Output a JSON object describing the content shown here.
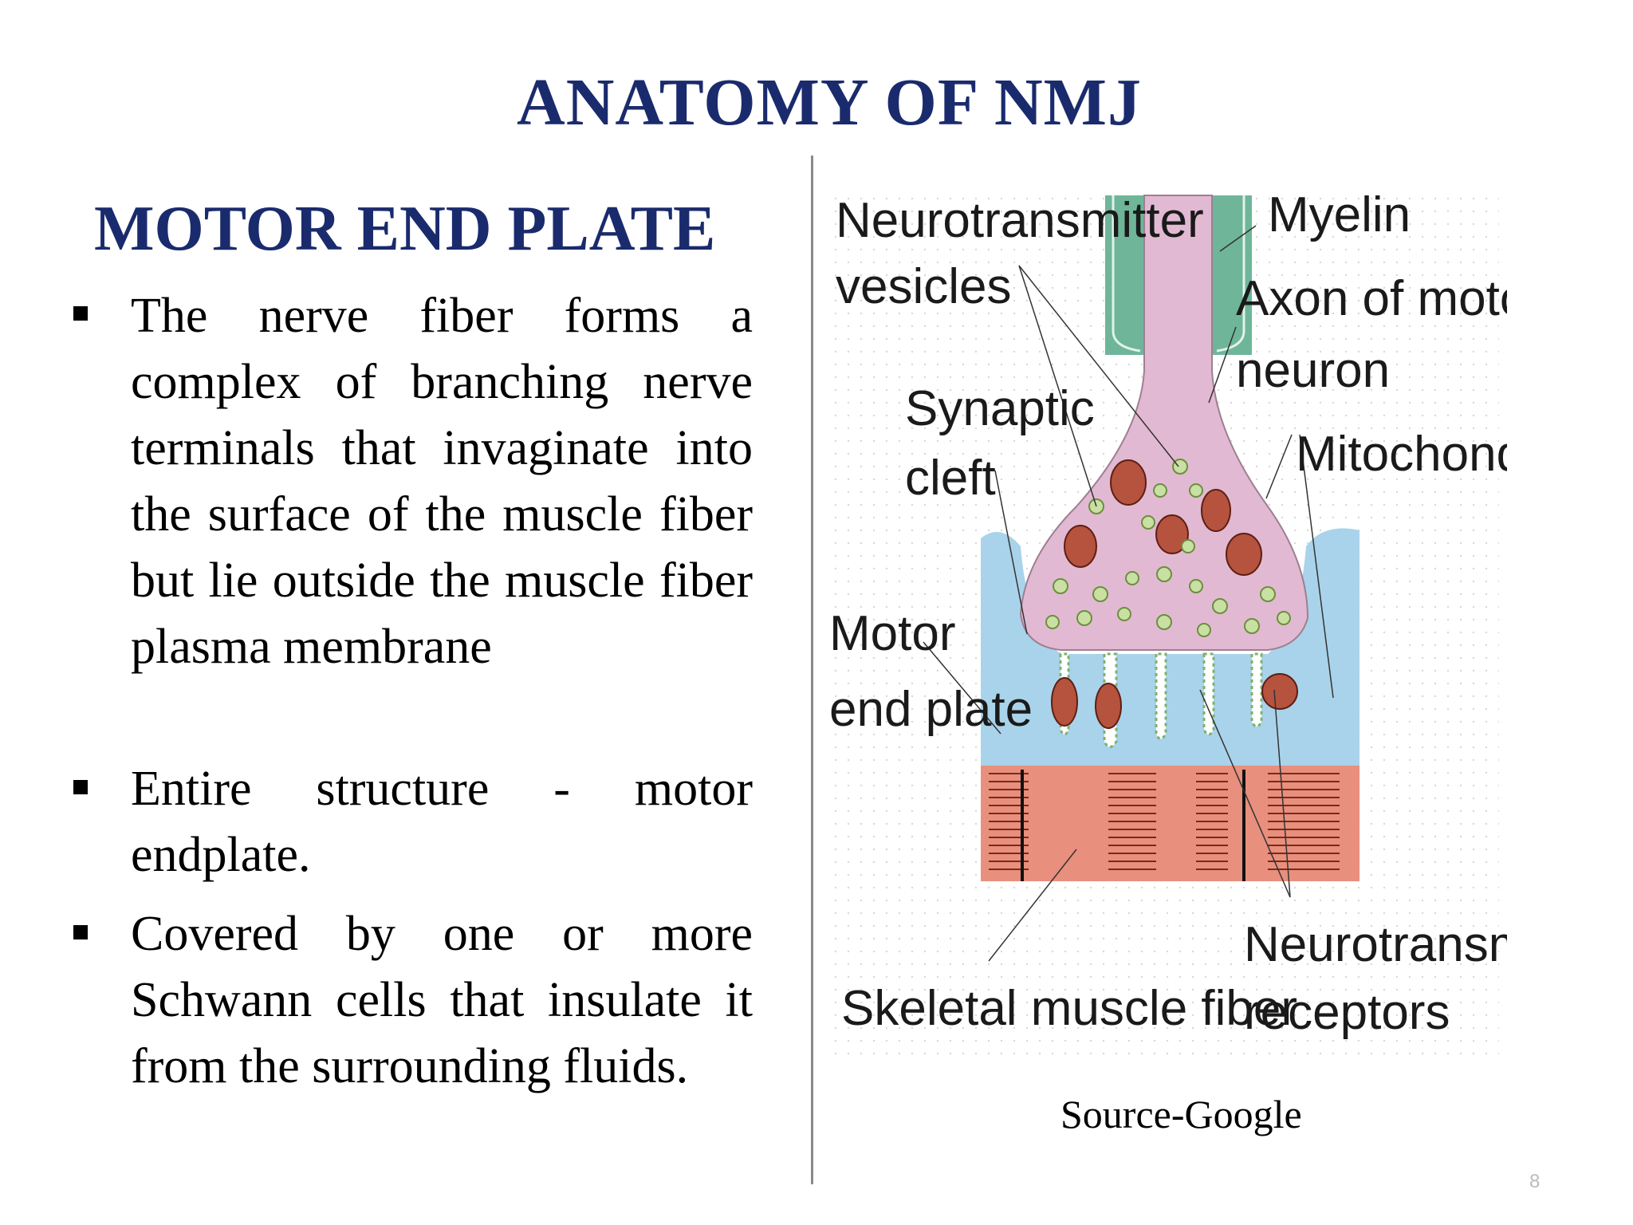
{
  "slide": {
    "title": "ANATOMY OF NMJ",
    "subtitle": "MOTOR END PLATE",
    "bullets": [
      "The nerve fiber forms a complex of branching nerve terminals that invaginate into the surface of the muscle fiber but lie outside the muscle fiber plasma membrane",
      " Entire structure - motor endplate.",
      "Covered by one or more Schwann cells that insulate it from the surrounding fluids."
    ],
    "source": "Source-Google",
    "page_number": "8"
  },
  "diagram": {
    "labels": {
      "neurotransmitter_vesicles_1": "Neurotransmitter",
      "neurotransmitter_vesicles_2": "vesicles",
      "myelin": "Myelin",
      "axon_1": "Axon of motor",
      "axon_2": "neuron",
      "synaptic_cleft_1": "Synaptic",
      "synaptic_cleft_2": "cleft",
      "mitochondria": "Mitochondria",
      "motor_end_plate_1": "Motor",
      "motor_end_plate_2": "end plate",
      "skeletal_muscle_fiber": "Skeletal muscle fiber",
      "neurotransmitter_receptors_1": "Neurotransmitter",
      "neurotransmitter_receptors_2": "receptors"
    },
    "colors": {
      "axon": "#e2b9d2",
      "myelin": "#6fb59a",
      "endplate": "#a9d3ea",
      "muscle": "#e88f7d",
      "mitochondria": "#b5533f",
      "vesicles": "#c9e0a3"
    }
  }
}
